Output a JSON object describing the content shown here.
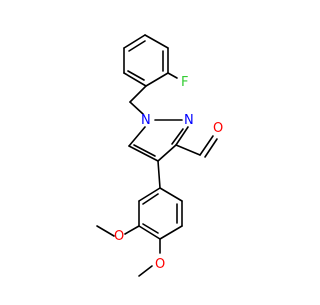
{
  "molecule": {
    "atom_labels": {
      "fluorine": "F",
      "pyrazole_n1": "N",
      "pyrazole_n2": "N",
      "aldehyde_o": "O",
      "methoxy_o1": "O",
      "methoxy_o2": "O"
    },
    "colors": {
      "bond": "#000000",
      "fluorine": "#33cc33",
      "nitrogen": "#0000ff",
      "oxygen": "#ff0000"
    }
  }
}
